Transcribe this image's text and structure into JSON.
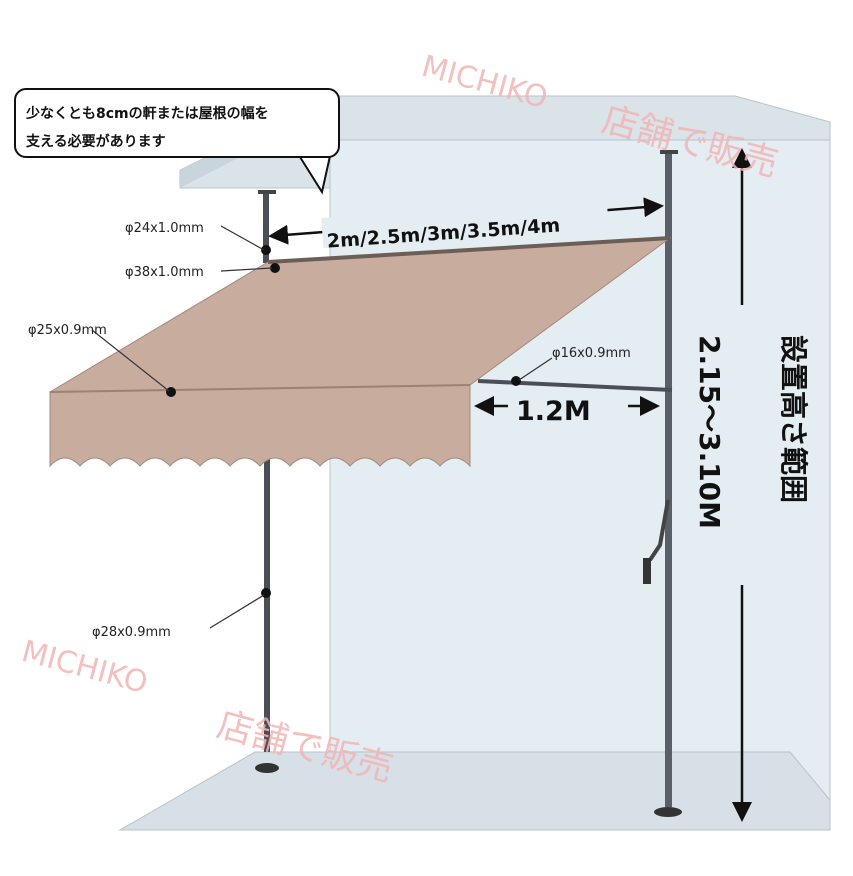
{
  "note": {
    "line1": "少なくとも8cmの軒または屋根の幅を",
    "line2": "支える必要があります"
  },
  "labels": {
    "phi24": "φ24x1.0mm",
    "phi38": "φ38x1.0mm",
    "phi25": "φ25x0.9mm",
    "phi16": "φ16x0.9mm",
    "phi28": "φ28x0.9mm",
    "width": "2m/2.5m/3m/3.5m/4m",
    "depth": "1.2M",
    "height_title": "設置高さ範囲",
    "height_value": "2.15～3.10M"
  },
  "watermark": {
    "latin": "MICHIKO",
    "kanji": "店舗で販売"
  },
  "colors": {
    "awning": "#c8ad9e",
    "wall": "#e3edf2",
    "ceiling": "#d9e3e8",
    "floor": "#d6e0e6",
    "pole": "#4a4f55",
    "watermark": "#f2b5b5"
  }
}
